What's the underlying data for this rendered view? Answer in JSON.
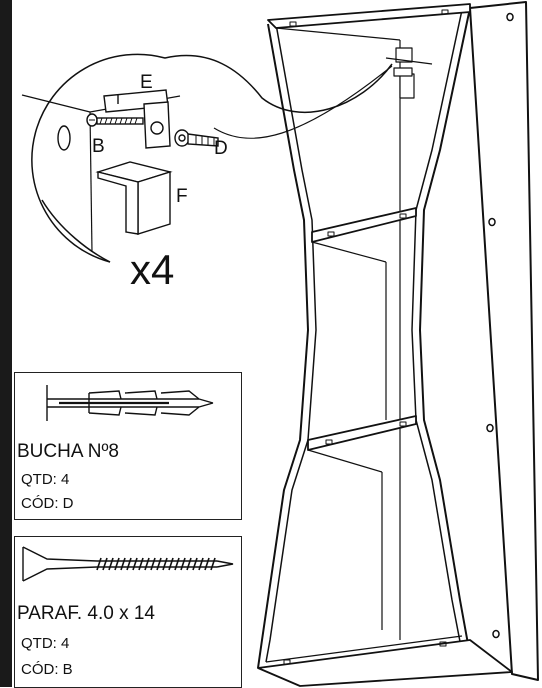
{
  "detail": {
    "callouts": {
      "e": "E",
      "b": "B",
      "d": "D",
      "f": "F"
    },
    "multiplier": "x4"
  },
  "parts": [
    {
      "name": "BUCHA Nº8",
      "qty": "QTD: 4",
      "code": "CÓD: D",
      "icon": "wall-plug-icon"
    },
    {
      "name": "PARAF. 4.0 x 14",
      "qty": "QTD: 4",
      "code": "CÓD: B",
      "icon": "screw-icon"
    }
  ]
}
